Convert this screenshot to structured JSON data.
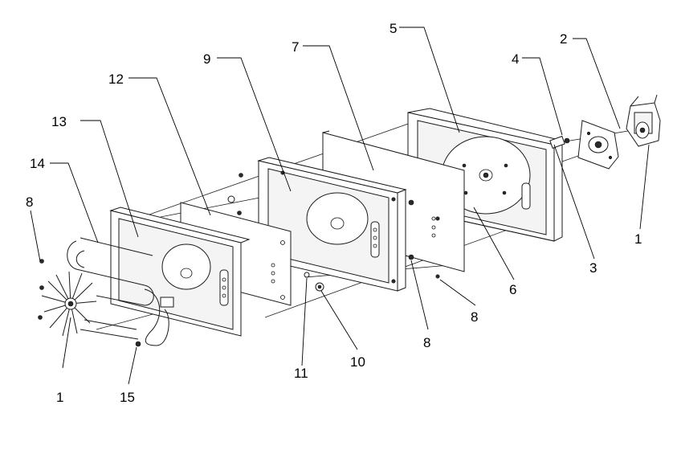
{
  "diagram": {
    "kind": "exploded-view parts diagram",
    "callouts": [
      {
        "id": "c1a",
        "label": "1"
      },
      {
        "id": "c1b",
        "label": "1"
      },
      {
        "id": "c2",
        "label": "2"
      },
      {
        "id": "c3",
        "label": "3"
      },
      {
        "id": "c4",
        "label": "4"
      },
      {
        "id": "c5",
        "label": "5"
      },
      {
        "id": "c6",
        "label": "6"
      },
      {
        "id": "c7",
        "label": "7"
      },
      {
        "id": "c8a",
        "label": "8"
      },
      {
        "id": "c8b",
        "label": "8"
      },
      {
        "id": "c8c",
        "label": "8"
      },
      {
        "id": "c9",
        "label": "9"
      },
      {
        "id": "c10",
        "label": "10"
      },
      {
        "id": "c11",
        "label": "11"
      },
      {
        "id": "c12",
        "label": "12"
      },
      {
        "id": "c13",
        "label": "13"
      },
      {
        "id": "c14",
        "label": "14"
      },
      {
        "id": "c15",
        "label": "15"
      }
    ]
  }
}
